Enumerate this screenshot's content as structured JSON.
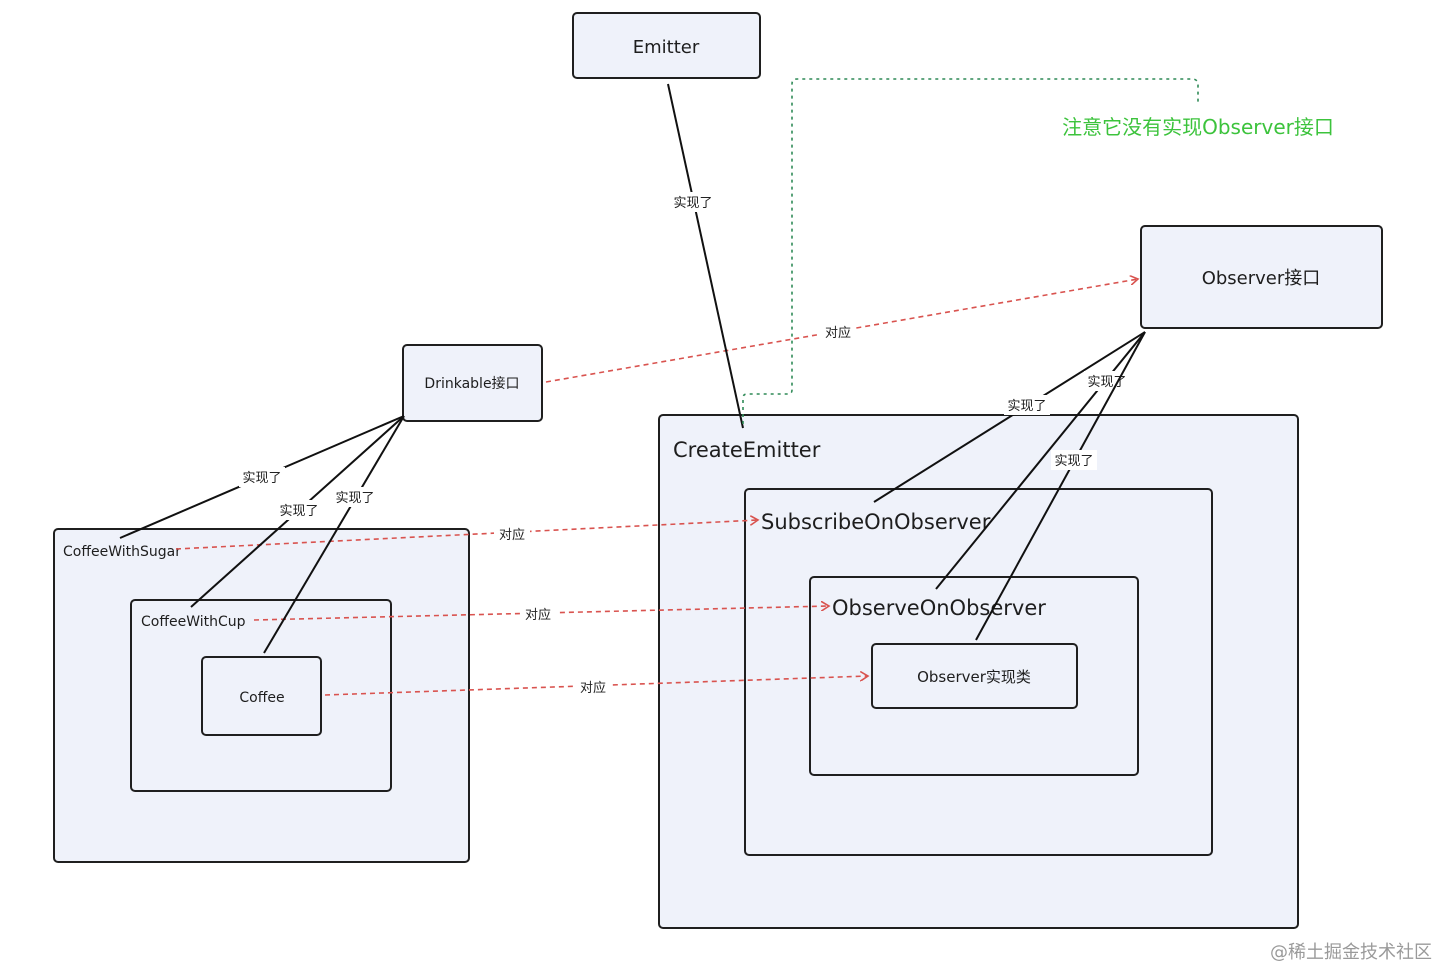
{
  "nodes": {
    "emitter": "Emitter",
    "observer_interface": "Observer接口",
    "drinkable_interface": "Drinkable接口",
    "create_emitter": "CreateEmitter",
    "subscribe_on_observer": "SubscribeOnObserver",
    "observe_on_observer": "ObserveOnObserver",
    "observer_impl": "Observer实现类",
    "coffee_with_sugar": "CoffeeWithSugar",
    "coffee_with_cup": "CoffeeWithCup",
    "coffee": "Coffee"
  },
  "edge_labels": {
    "implements": "实现了",
    "corresponds": "对应"
  },
  "note": "注意它没有实现Observer接口",
  "watermark": "@稀土掘金技术社区",
  "colors": {
    "box_fill": "#eff2fa",
    "box_stroke": "#1f1f1f",
    "implements_line": "#111111",
    "corresponds_line": "#d9534f",
    "note_line": "#2f8a57",
    "note_text": "#3cc33c"
  }
}
